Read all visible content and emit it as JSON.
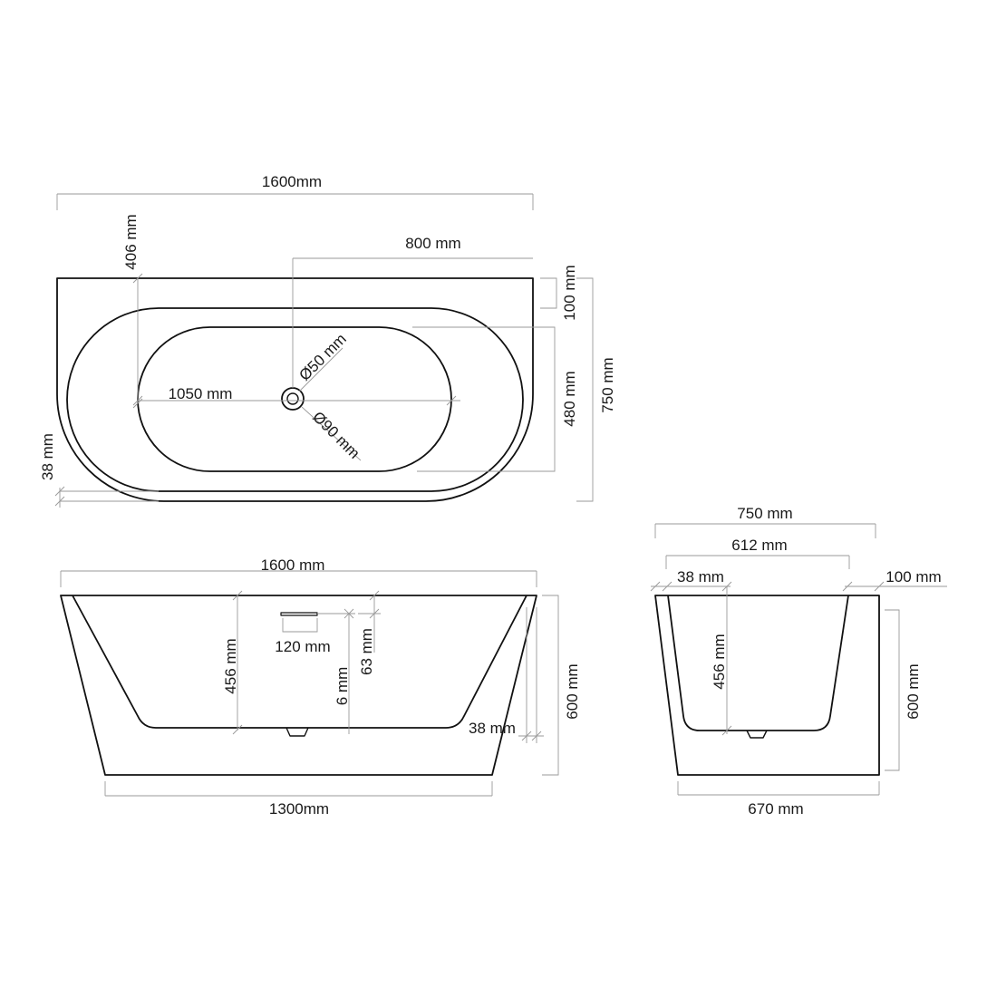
{
  "top_view": {
    "length": "1600mm",
    "offset_406": "406 mm",
    "drain_offset": "800 mm",
    "rim_100": "100 mm",
    "inner_width": "480 mm",
    "overall_width": "750 mm",
    "inner_length": "1050 mm",
    "drain_50": "Ø50 mm",
    "drain_90": "Ø90 mm",
    "wall_38": "38 mm"
  },
  "front_view": {
    "top_length": "1600 mm",
    "base_length": "1300mm",
    "depth": "456 mm",
    "overflow_width": "120 mm",
    "overflow_63": "63 mm",
    "overflow_6": "6 mm",
    "wall_38": "38 mm",
    "height": "600 mm"
  },
  "side_view": {
    "overall_width": "750 mm",
    "inner_width": "612 mm",
    "wall_38": "38 mm",
    "rim_100": "100 mm",
    "depth": "456 mm",
    "height": "600 mm",
    "base_width": "670 mm"
  }
}
